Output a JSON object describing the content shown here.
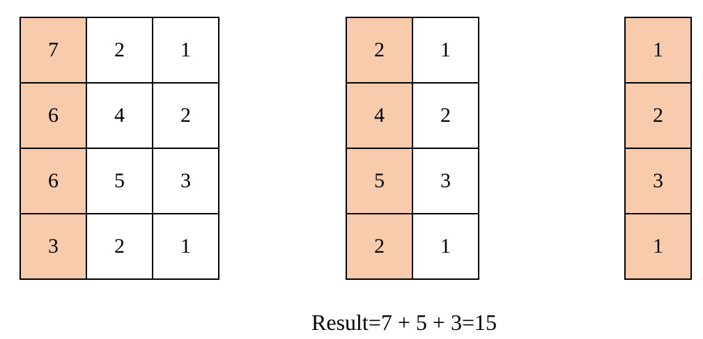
{
  "highlight_color": "#f8cbad",
  "grids": [
    {
      "columns": 3,
      "highlight_column": 0,
      "rows": [
        [
          "7",
          "2",
          "1"
        ],
        [
          "6",
          "4",
          "2"
        ],
        [
          "6",
          "5",
          "3"
        ],
        [
          "3",
          "2",
          "1"
        ]
      ]
    },
    {
      "columns": 2,
      "highlight_column": 0,
      "rows": [
        [
          "2",
          "1"
        ],
        [
          "4",
          "2"
        ],
        [
          "5",
          "3"
        ],
        [
          "2",
          "1"
        ]
      ]
    },
    {
      "columns": 1,
      "highlight_column": 0,
      "rows": [
        [
          "1"
        ],
        [
          "2"
        ],
        [
          "3"
        ],
        [
          "1"
        ]
      ]
    }
  ],
  "result_text": "Result=7 + 5 + 3=15"
}
